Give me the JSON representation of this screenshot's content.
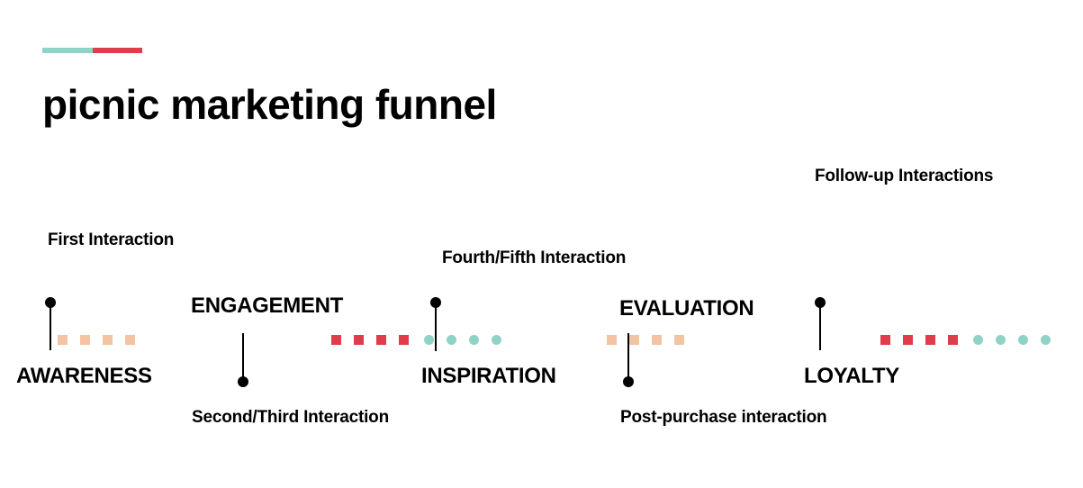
{
  "title": "picnic marketing funnel",
  "colors": {
    "teal": "#8fd3c7",
    "red": "#e03c4a",
    "peach": "#f3c3a2",
    "text": "#000000"
  },
  "stages": {
    "awareness": "AWARENESS",
    "engagement": "ENGAGEMENT",
    "inspiration": "INSPIRATION",
    "evaluation": "EVALUATION",
    "loyalty": "LOYALTY"
  },
  "interactions": {
    "first": "First Interaction",
    "second_third": "Second/Third Interaction",
    "fourth_fifth": "Fourth/Fifth Interaction",
    "post_purchase": "Post-purchase interaction",
    "follow_up": "Follow-up Interactions"
  },
  "markers": [
    {
      "shape": "square",
      "color": "peach"
    },
    {
      "shape": "square",
      "color": "peach"
    },
    {
      "shape": "square",
      "color": "peach"
    },
    {
      "shape": "square",
      "color": "peach"
    },
    {
      "shape": "square",
      "color": "red"
    },
    {
      "shape": "square",
      "color": "red"
    },
    {
      "shape": "square",
      "color": "red"
    },
    {
      "shape": "square",
      "color": "red"
    },
    {
      "shape": "circle",
      "color": "teal"
    },
    {
      "shape": "circle",
      "color": "teal"
    },
    {
      "shape": "circle",
      "color": "teal"
    },
    {
      "shape": "circle",
      "color": "teal"
    },
    {
      "shape": "square",
      "color": "peach"
    },
    {
      "shape": "square",
      "color": "peach"
    },
    {
      "shape": "square",
      "color": "peach"
    },
    {
      "shape": "square",
      "color": "peach"
    },
    {
      "shape": "square",
      "color": "red"
    },
    {
      "shape": "square",
      "color": "red"
    },
    {
      "shape": "square",
      "color": "red"
    },
    {
      "shape": "square",
      "color": "red"
    },
    {
      "shape": "circle",
      "color": "teal"
    },
    {
      "shape": "circle",
      "color": "teal"
    },
    {
      "shape": "circle",
      "color": "teal"
    },
    {
      "shape": "circle",
      "color": "teal"
    }
  ]
}
